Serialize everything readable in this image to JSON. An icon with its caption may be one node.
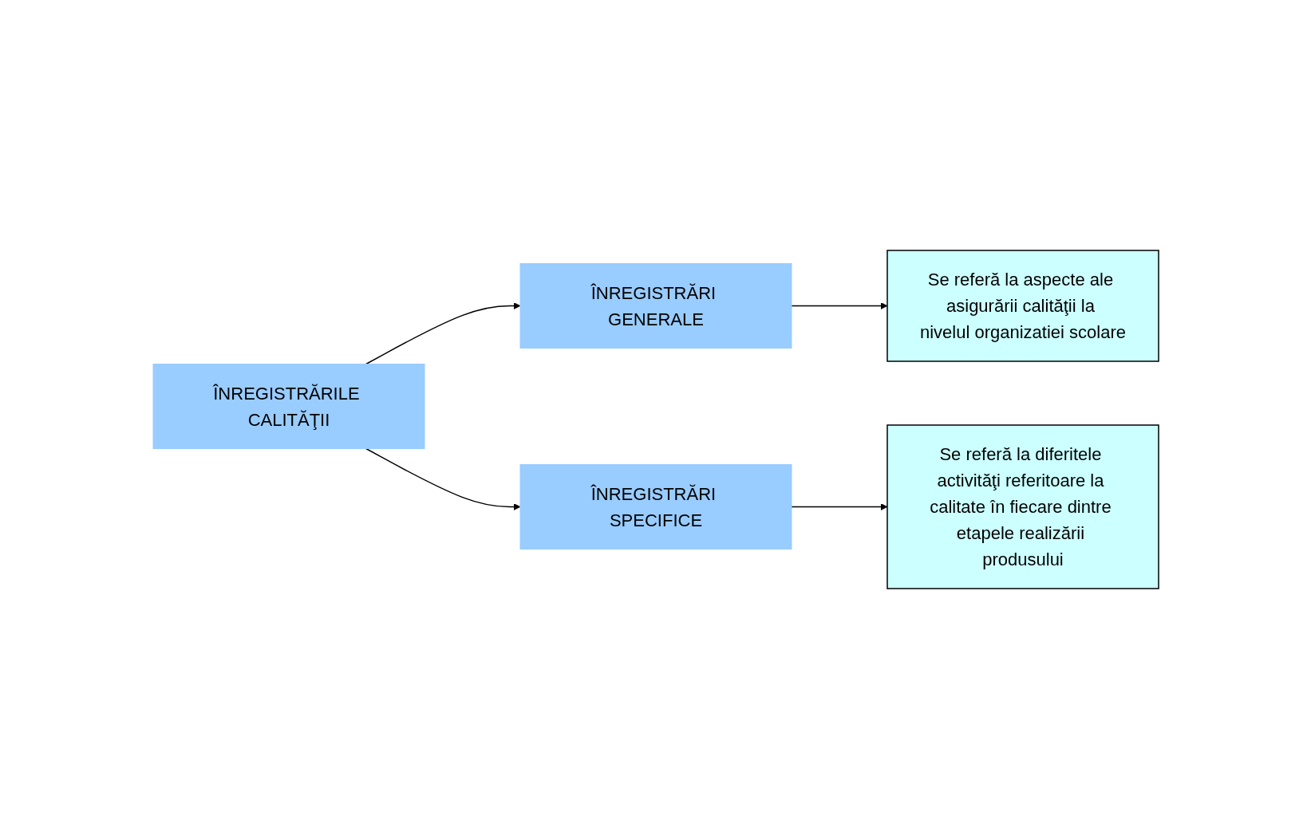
{
  "diagram": {
    "nodes": [
      {
        "text": [
          "ÎNREGISTRĂRILE CALITĂŢII"
        ]
      },
      {
        "text": [
          "ÎNREGISTRĂRI GENERALE"
        ]
      },
      {
        "text": [
          "ÎNREGISTRĂRI SPECIFICE"
        ]
      },
      {
        "text": [
          "Se referă la aspecte ale asigurării calităţii la nivelul organizatiei scolare"
        ]
      },
      {
        "text": [
          "Se referă la diferitele activităţi referitoare la calitate în fiecare dintre etapele realizării produsului"
        ]
      }
    ],
    "edges": [
      {
        "from": 0,
        "to": 1,
        "arrow": "to"
      },
      {
        "from": 0,
        "to": 2,
        "arrow": "to"
      },
      {
        "from": 1,
        "to": 3,
        "arrow": "to"
      },
      {
        "from": 2,
        "to": 4,
        "arrow": "to"
      }
    ]
  }
}
